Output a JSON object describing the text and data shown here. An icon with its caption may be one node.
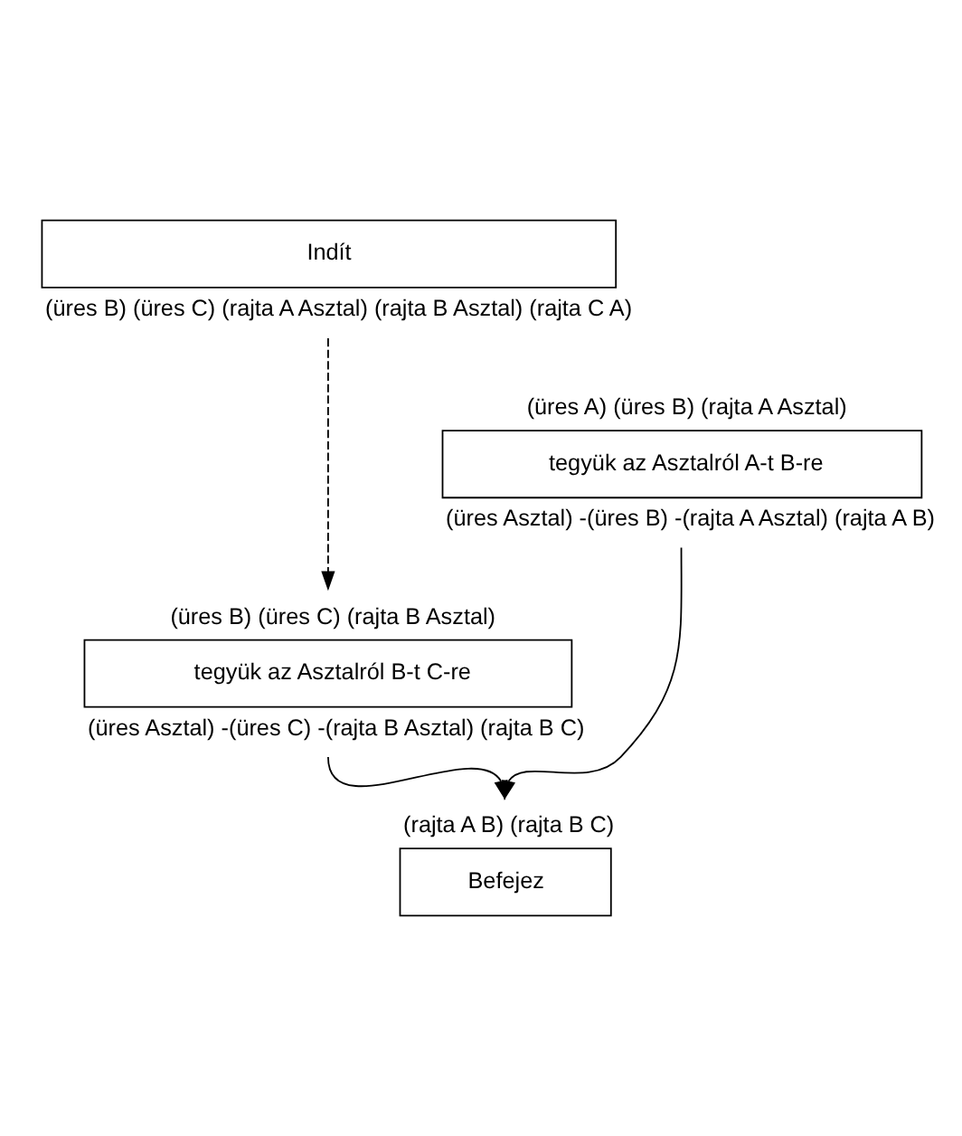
{
  "diagram": {
    "nodes": [
      {
        "text": [
          "Indít",
          "(üres B) (üres C) (rajta A Asztal) (rajta B Asztal) (rajta C A)"
        ]
      },
      {
        "text": [
          "(üres A) (üres B) (rajta A Asztal)",
          "tegyük az Asztalról A-t B-re",
          "(üres Asztal) -(üres B) -(rajta A Asztal) (rajta A B)"
        ]
      },
      {
        "text": [
          "(üres B) (üres C) (rajta B Asztal)",
          "tegyük az Asztalról B-t C-re",
          "(üres Asztal) -(üres C) -(rajta B Asztal) (rajta B C)"
        ]
      },
      {
        "text": [
          "(rajta A B) (rajta B C)",
          "Befejez"
        ]
      }
    ],
    "edges": [
      {
        "from": 0,
        "to": 2,
        "arrow": "to",
        "style": "dashed"
      },
      {
        "from": 1,
        "to": 3,
        "arrow": "to"
      },
      {
        "from": 2,
        "to": 3,
        "arrow": "to"
      }
    ]
  }
}
